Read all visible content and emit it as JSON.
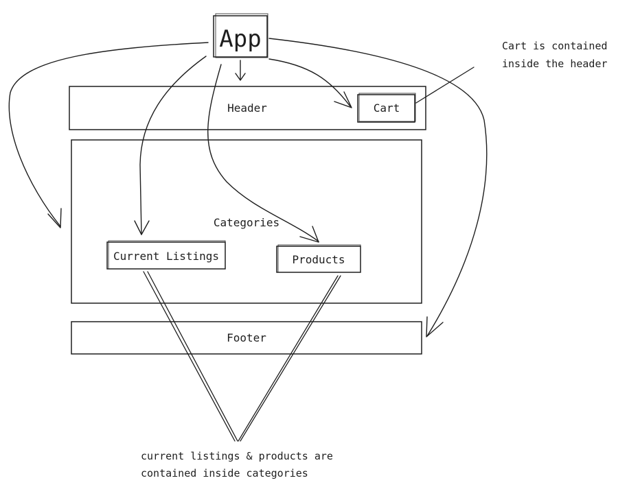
{
  "nodes": {
    "app": "App",
    "header": "Header",
    "cart": "Cart",
    "categories": "Categories",
    "current_listings": "Current Listings",
    "products": "Products",
    "footer": "Footer"
  },
  "notes": {
    "cart_line1": "Cart is contained",
    "cart_line2": "inside the header",
    "categories_line1": "current listings & products are",
    "categories_line2": "contained inside categories"
  }
}
